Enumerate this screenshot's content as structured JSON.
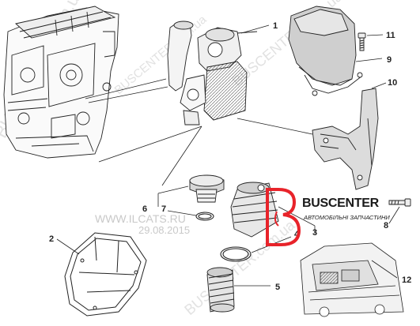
{
  "callouts": [
    "1",
    "2",
    "3",
    "4",
    "5",
    "6",
    "7",
    "8",
    "9",
    "10",
    "11",
    "12"
  ],
  "watermarks": {
    "buscenter_site": "BUSCENTER.com.ua",
    "ilcats": "WWW.ILCATS.RU",
    "date": "29.08.2015"
  },
  "logo": {
    "brand": "BUSCENTER",
    "tagline": "АВТОМОБІЛЬНІ ЗАПЧАСТИНИ",
    "colors": {
      "primary": "#e8232a",
      "text": "#1a1a1a"
    }
  },
  "parts_icons": [
    "engine-block-icon",
    "oil-filter-housing-icon",
    "timing-cover-icon",
    "bracket-icon",
    "bolt-icon",
    "oil-cap-icon",
    "o-ring-icon",
    "filter-cartridge-icon",
    "oil-filter-icon",
    "gasket-icon",
    "van-icon"
  ]
}
